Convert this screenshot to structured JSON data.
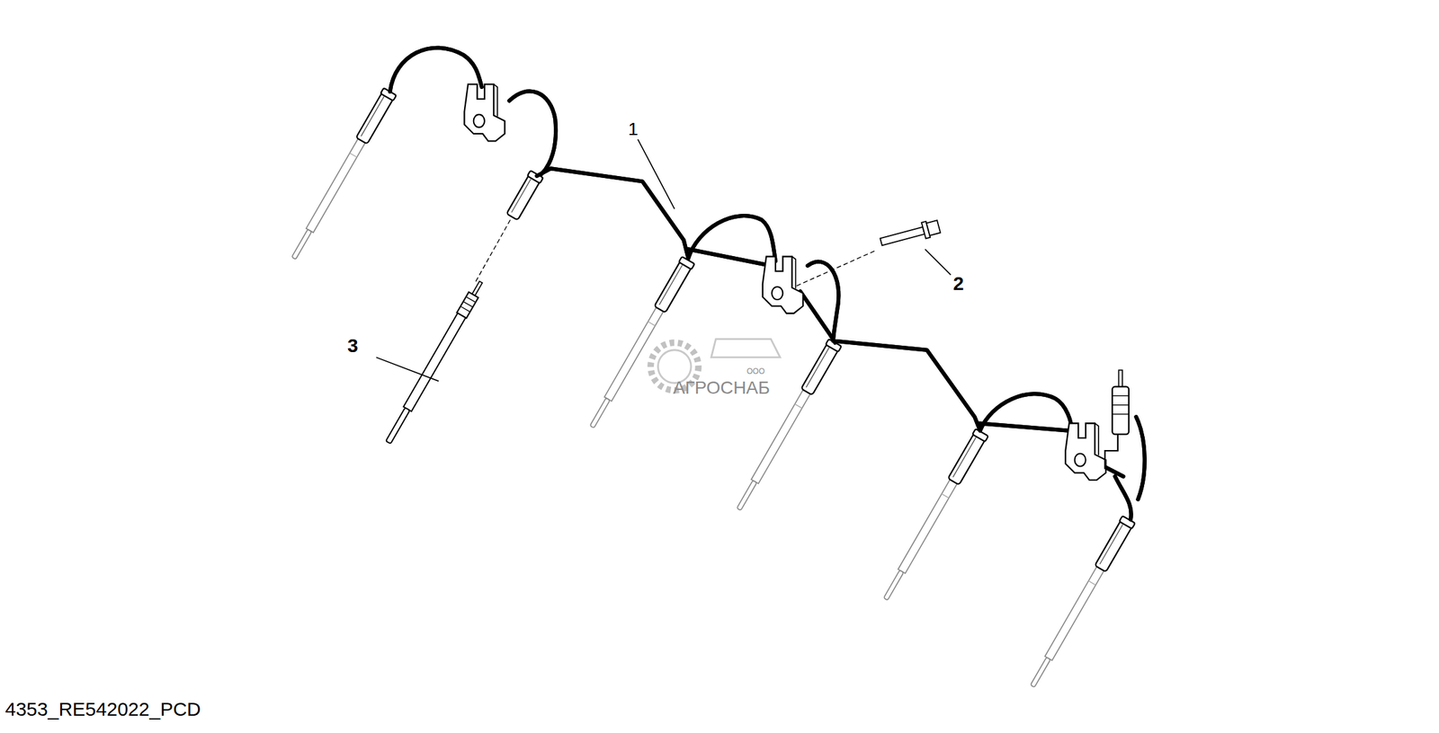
{
  "diagram": {
    "labels": [
      "1",
      "2",
      "3",
      "4353_RE542022_PCD",
      "ООО",
      "АГРОСНАБ"
    ]
  }
}
